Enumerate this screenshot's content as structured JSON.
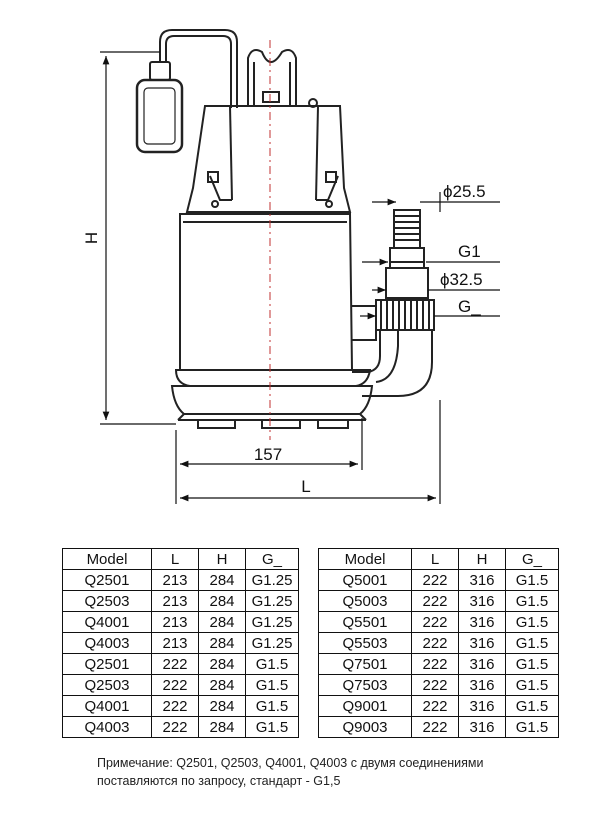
{
  "drawing": {
    "dim_height": "H",
    "dim_width": "157",
    "dim_length": "L",
    "dim_outlet_diameter": "ϕ25.5",
    "dim_thread_1": "G1",
    "dim_inner_diameter": "ϕ32.5",
    "dim_thread_2": "G_"
  },
  "table_left": {
    "headers": [
      "Model",
      "L",
      "H",
      "G_"
    ],
    "rows": [
      [
        "Q2501",
        "213",
        "284",
        "G1.25"
      ],
      [
        "Q2503",
        "213",
        "284",
        "G1.25"
      ],
      [
        "Q4001",
        "213",
        "284",
        "G1.25"
      ],
      [
        "Q4003",
        "213",
        "284",
        "G1.25"
      ],
      [
        "Q2501",
        "222",
        "284",
        "G1.5"
      ],
      [
        "Q2503",
        "222",
        "284",
        "G1.5"
      ],
      [
        "Q4001",
        "222",
        "284",
        "G1.5"
      ],
      [
        "Q4003",
        "222",
        "284",
        "G1.5"
      ]
    ]
  },
  "table_right": {
    "headers": [
      "Model",
      "L",
      "H",
      "G_"
    ],
    "rows": [
      [
        "Q5001",
        "222",
        "316",
        "G1.5"
      ],
      [
        "Q5003",
        "222",
        "316",
        "G1.5"
      ],
      [
        "Q5501",
        "222",
        "316",
        "G1.5"
      ],
      [
        "Q5503",
        "222",
        "316",
        "G1.5"
      ],
      [
        "Q7501",
        "222",
        "316",
        "G1.5"
      ],
      [
        "Q7503",
        "222",
        "316",
        "G1.5"
      ],
      [
        "Q9001",
        "222",
        "316",
        "G1.5"
      ],
      [
        "Q9003",
        "222",
        "316",
        "G1.5"
      ]
    ]
  },
  "note": {
    "line1": "Примечание: Q2501, Q2503, Q4001, Q4003 с двумя соединениями",
    "line2": "поставляются по запросу, стандарт - G1,5"
  }
}
